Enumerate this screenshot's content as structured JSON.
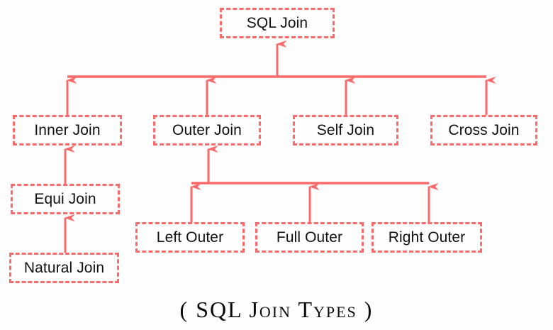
{
  "diagram": {
    "title": "SQL Join",
    "caption": "( SQL Join Types )",
    "theme": {
      "line_color": "#fa6a6a",
      "border_color": "#fa6a6a",
      "text_color": "#111111",
      "background": "#fdfdfd"
    },
    "nodes": {
      "root": {
        "label": "SQL Join"
      },
      "inner": {
        "label": "Inner Join"
      },
      "outer": {
        "label": "Outer Join"
      },
      "self": {
        "label": "Self Join"
      },
      "cross": {
        "label": "Cross Join"
      },
      "equi": {
        "label": "Equi Join"
      },
      "natural": {
        "label": "Natural Join"
      },
      "left_outer": {
        "label": "Left Outer"
      },
      "full_outer": {
        "label": "Full Outer"
      },
      "right_outer": {
        "label": "Right Outer"
      }
    },
    "edges": [
      {
        "from": "inner",
        "to": "root"
      },
      {
        "from": "outer",
        "to": "root"
      },
      {
        "from": "self",
        "to": "root"
      },
      {
        "from": "cross",
        "to": "root"
      },
      {
        "from": "equi",
        "to": "inner"
      },
      {
        "from": "natural",
        "to": "equi"
      },
      {
        "from": "left_outer",
        "to": "outer"
      },
      {
        "from": "full_outer",
        "to": "outer"
      },
      {
        "from": "right_outer",
        "to": "outer"
      }
    ]
  }
}
